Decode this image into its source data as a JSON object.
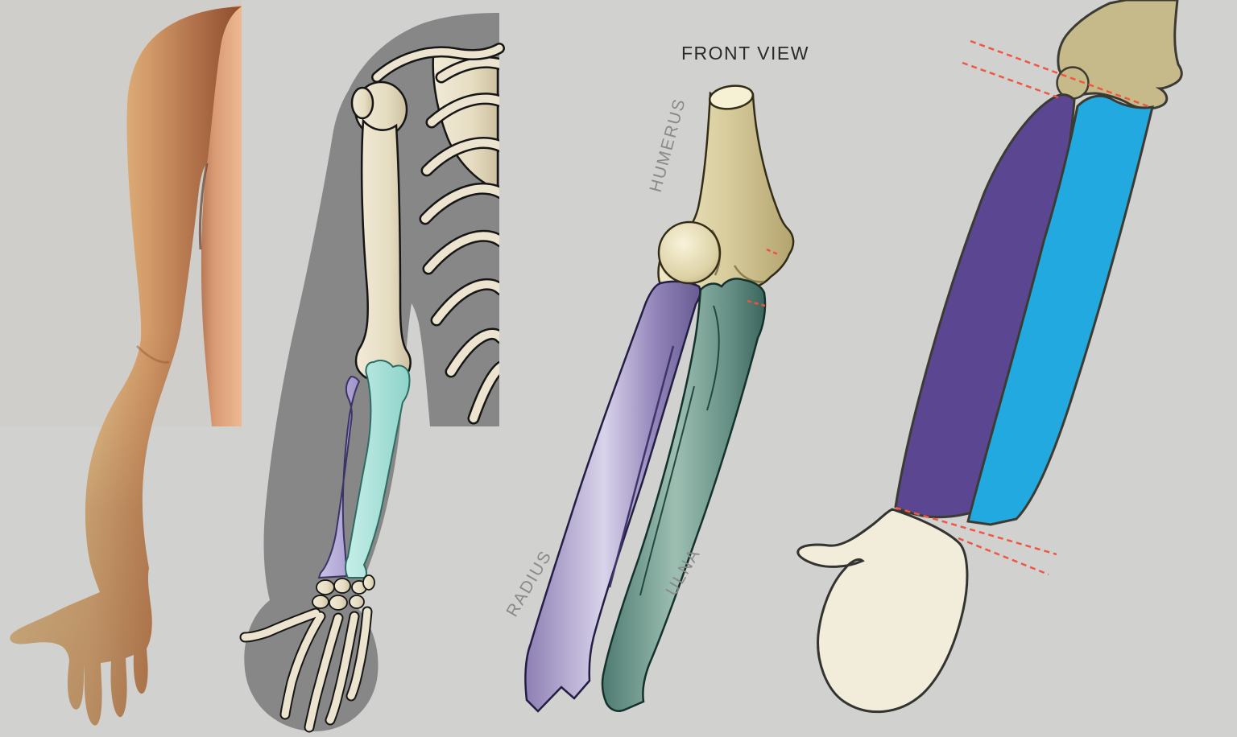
{
  "figure": {
    "title": "FRONT VIEW",
    "labels": {
      "humerus": "HUMERUS",
      "radius": "RADIUS",
      "ulna": "ULNA"
    }
  },
  "colors": {
    "background": "#d1d2d0",
    "photo_background": "#cfcecb",
    "skin_highlight": "#f2dfa8",
    "skin_shadow": "#8e4c2c",
    "silhouette_gray": "#878787",
    "bone_cream": "#ece4cf",
    "diagram_humerus_tan": "#d9cd9e",
    "diagram_radius_purple": "#9486bc",
    "diagram_ulna_teal": "#4f7a72",
    "skeleton_radius_lavender": "#b7aed9",
    "skeleton_ulna_cyan": "#a9e2dc",
    "schematic_humerus_tan": "#c7ba8a",
    "schematic_radius_purple": "#5b4692",
    "schematic_ulna_blue": "#22a9e0",
    "schematic_hand_cream": "#f2edda",
    "axis_dash_red": "#ef5742",
    "label_gray": "#8a8a8a",
    "title_color": "#2b2b2b"
  }
}
